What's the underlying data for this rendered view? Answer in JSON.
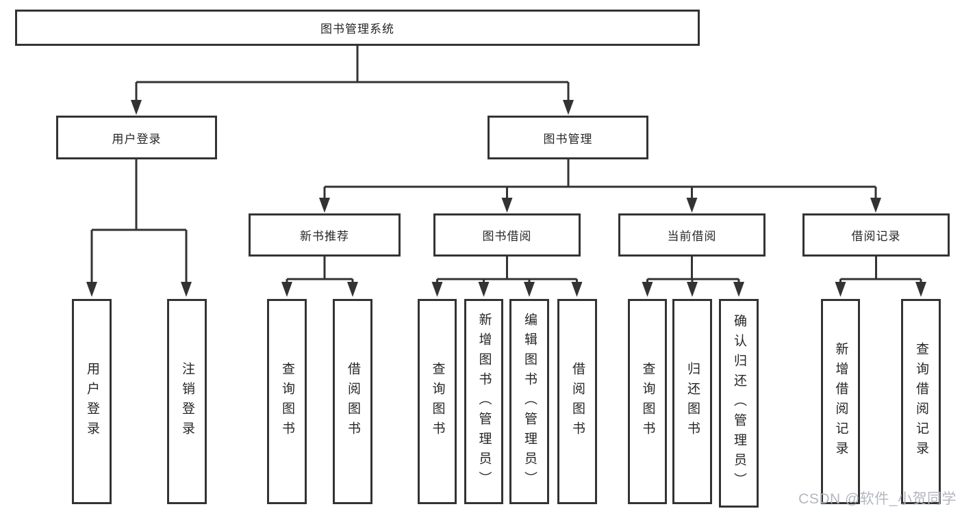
{
  "diagram": {
    "nodes": {
      "root": "图书管理系统",
      "l2": [
        "用户登录",
        "图书管理"
      ],
      "l3": [
        "新书推荐",
        "图书借阅",
        "当前借阅",
        "借阅记录"
      ],
      "leaves_login": [
        "用户登录",
        "注销登录"
      ],
      "leaves_recommend": [
        "查询图书",
        "借阅图书"
      ],
      "leaves_borrow": [
        "查询图书",
        "新增图书（管理员）",
        "编辑图书（管理员）",
        "借阅图书"
      ],
      "leaves_current": [
        "查询图书",
        "归还图书",
        "确认归还（管理员）"
      ],
      "leaves_records": [
        "新增借阅记录",
        "查询借阅记录"
      ]
    }
  },
  "watermark": {
    "text": "CSDN @软件_小贺同学",
    "color": "#b2b7bf"
  },
  "colors": {
    "line": "#333333",
    "text": "#262626",
    "background": "#ffffff"
  }
}
